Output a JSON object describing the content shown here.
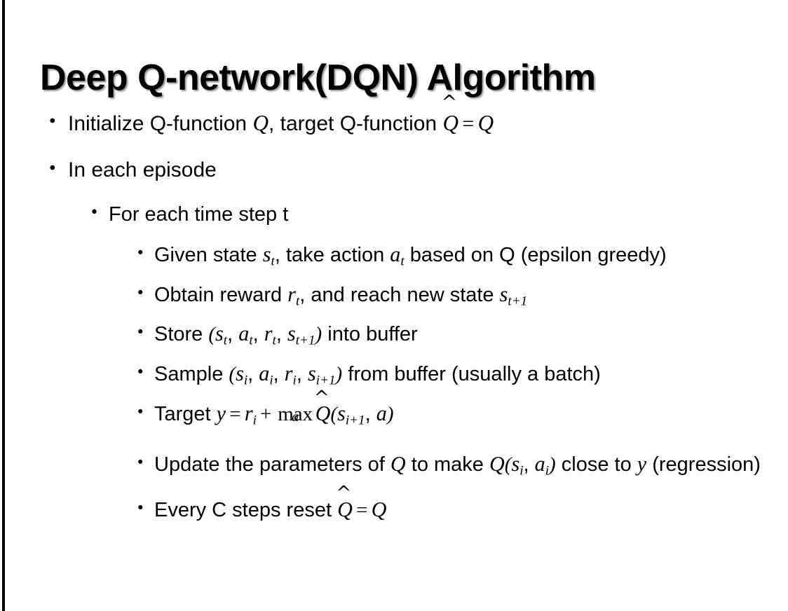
{
  "slide": {
    "title": "Deep Q-network(DQN) Algorithm",
    "background_color": "#ffffff",
    "text_color": "#000000",
    "edge_stripe_color": "#000000",
    "bullet_glyph": "•"
  },
  "content": {
    "level1": [
      {
        "id": "initialize",
        "parts": [
          {
            "t": "text",
            "v": "Initialize Q-function "
          },
          {
            "t": "mi",
            "v": "Q"
          },
          {
            "t": "text",
            "v": ", target Q-function "
          },
          {
            "t": "qhat",
            "v": "Q"
          },
          {
            "t": "mo",
            "v": "="
          },
          {
            "t": "mi",
            "v": "Q"
          }
        ],
        "plain": "Initialize Q-function Q, target Q-function Q̂ = Q"
      },
      {
        "id": "in-each-episode",
        "parts": [
          {
            "t": "text",
            "v": "In each episode"
          }
        ],
        "plain": "In each episode"
      }
    ],
    "level2": [
      {
        "id": "for-each-time-step",
        "parts": [
          {
            "t": "text",
            "v": "For each time step t"
          }
        ],
        "plain": "For each time step t"
      }
    ],
    "level3": [
      {
        "id": "given-state",
        "plain": "Given state s_t, take action a_t based on Q (epsilon greedy)"
      },
      {
        "id": "obtain-reward",
        "plain": "Obtain reward r_t, and reach new state s_{t+1}"
      },
      {
        "id": "store-transition",
        "plain": "Store (s_t, a_t, r_t, s_{t+1}) into buffer"
      },
      {
        "id": "sample-batch",
        "plain": "Sample (s_i, a_i, r_i, s_{i+1}) from buffer (usually a batch)"
      },
      {
        "id": "target-y",
        "plain": "Target y = r_i + max_a Q̂(s_{i+1}, a)"
      },
      {
        "id": "update-parameters",
        "plain": "Update the parameters of Q to make Q(s_i, a_i) close to y (regression)"
      },
      {
        "id": "reset-target",
        "plain": "Every C steps reset Q̂ = Q"
      }
    ],
    "fragments": {
      "given_state_pre": "Given state ",
      "given_state_mid": ", take action ",
      "given_state_post": " based on Q (epsilon greedy)",
      "obtain_pre": "Obtain reward ",
      "obtain_mid": ", and reach new state ",
      "store_pre": "Store ",
      "store_post": " into buffer",
      "sample_pre": "Sample ",
      "sample_post": " from buffer (usually a batch)",
      "target_pre": "Target ",
      "update_pre": "Update the parameters of ",
      "update_mid": " to make ",
      "update_post": " close to ",
      "update_tail": " (regression)",
      "reset_pre": "Every C steps reset ",
      "comma": ", ",
      "lparen": "(",
      "rparen": ")",
      "eq": "=",
      "plus": "+",
      "max": "max"
    },
    "symbols": {
      "s": "s",
      "a": "a",
      "r": "r",
      "q": "Q",
      "y": "y",
      "t": "t",
      "i": "i",
      "t_plus_1": "t+1",
      "i_plus_1": "i+1",
      "one": "1",
      "hat": "̂"
    }
  }
}
